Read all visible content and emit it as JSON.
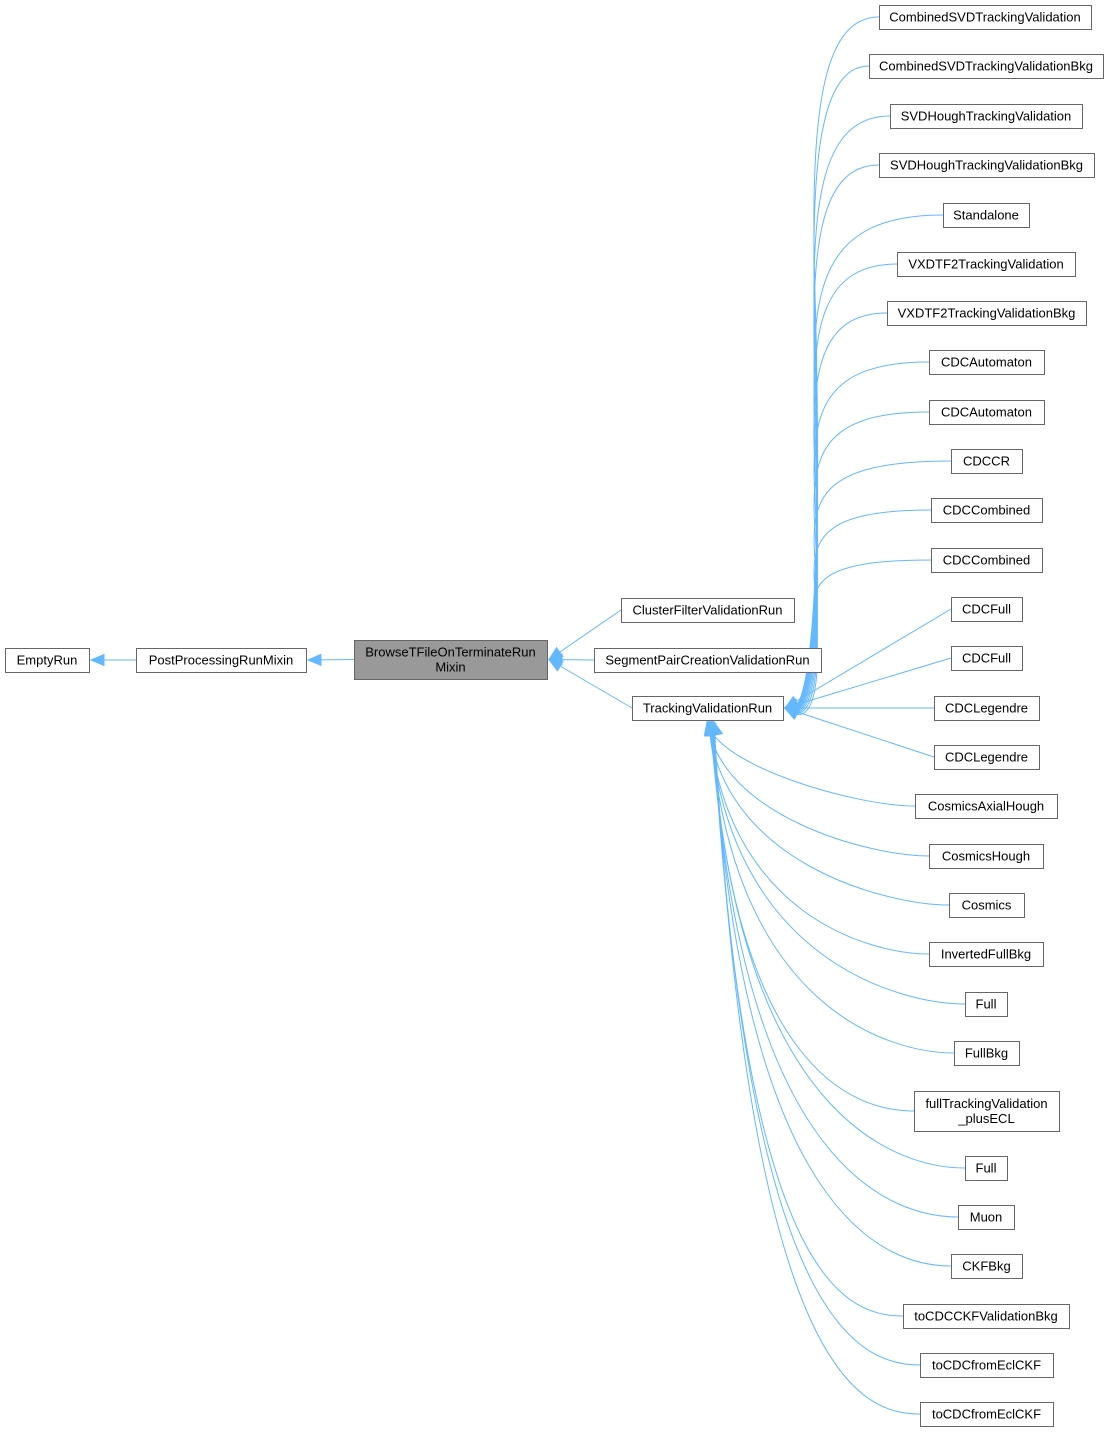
{
  "nodes": [
    {
      "id": "EmptyRun",
      "lines": [
        "EmptyRun"
      ]
    },
    {
      "id": "PostProcessingRunMixin",
      "lines": [
        "PostProcessingRunMixin"
      ]
    },
    {
      "id": "BrowseTFileOnTerminateRunMixin",
      "lines": [
        "BrowseTFileOnTerminateRun",
        "Mixin"
      ]
    },
    {
      "id": "ClusterFilterValidationRun",
      "lines": [
        "ClusterFilterValidationRun"
      ]
    },
    {
      "id": "SegmentPairCreationValidationRun",
      "lines": [
        "SegmentPairCreationValidationRun"
      ]
    },
    {
      "id": "TrackingValidationRun",
      "lines": [
        "TrackingValidationRun"
      ]
    },
    {
      "id": "c1",
      "lines": [
        "CombinedSVDTrackingValidation"
      ]
    },
    {
      "id": "c2",
      "lines": [
        "CombinedSVDTrackingValidationBkg"
      ]
    },
    {
      "id": "c3",
      "lines": [
        "SVDHoughTrackingValidation"
      ]
    },
    {
      "id": "c4",
      "lines": [
        "SVDHoughTrackingValidationBkg"
      ]
    },
    {
      "id": "c5",
      "lines": [
        "Standalone"
      ]
    },
    {
      "id": "c6",
      "lines": [
        "VXDTF2TrackingValidation"
      ]
    },
    {
      "id": "c7",
      "lines": [
        "VXDTF2TrackingValidationBkg"
      ]
    },
    {
      "id": "c8",
      "lines": [
        "CDCAutomaton"
      ]
    },
    {
      "id": "c9",
      "lines": [
        "CDCAutomaton"
      ]
    },
    {
      "id": "c10",
      "lines": [
        "CDCCR"
      ]
    },
    {
      "id": "c11",
      "lines": [
        "CDCCombined"
      ]
    },
    {
      "id": "c12",
      "lines": [
        "CDCCombined"
      ]
    },
    {
      "id": "c13",
      "lines": [
        "CDCFull"
      ]
    },
    {
      "id": "c14",
      "lines": [
        "CDCFull"
      ]
    },
    {
      "id": "c15",
      "lines": [
        "CDCLegendre"
      ]
    },
    {
      "id": "c16",
      "lines": [
        "CDCLegendre"
      ]
    },
    {
      "id": "c17",
      "lines": [
        "CosmicsAxialHough"
      ]
    },
    {
      "id": "c18",
      "lines": [
        "CosmicsHough"
      ]
    },
    {
      "id": "c19",
      "lines": [
        "Cosmics"
      ]
    },
    {
      "id": "c20",
      "lines": [
        "InvertedFullBkg"
      ]
    },
    {
      "id": "c21",
      "lines": [
        "Full"
      ]
    },
    {
      "id": "c22",
      "lines": [
        "FullBkg"
      ]
    },
    {
      "id": "c23",
      "lines": [
        "fullTrackingValidation",
        "_plusECL"
      ]
    },
    {
      "id": "c24",
      "lines": [
        "Full"
      ]
    },
    {
      "id": "c25",
      "lines": [
        "Muon"
      ]
    },
    {
      "id": "c26",
      "lines": [
        "CKFBkg"
      ]
    },
    {
      "id": "c27",
      "lines": [
        "toCDCCKFValidationBkg"
      ]
    },
    {
      "id": "c28",
      "lines": [
        "toCDCfromEclCKF"
      ]
    },
    {
      "id": "c29",
      "lines": [
        "toCDCfromEclCKF"
      ]
    }
  ],
  "edges": [
    [
      "PostProcessingRunMixin",
      "EmptyRun"
    ],
    [
      "BrowseTFileOnTerminateRunMixin",
      "PostProcessingRunMixin"
    ],
    [
      "ClusterFilterValidationRun",
      "BrowseTFileOnTerminateRunMixin"
    ],
    [
      "SegmentPairCreationValidationRun",
      "BrowseTFileOnTerminateRunMixin"
    ],
    [
      "TrackingValidationRun",
      "BrowseTFileOnTerminateRunMixin"
    ],
    [
      "c1",
      "TrackingValidationRun"
    ],
    [
      "c2",
      "TrackingValidationRun"
    ],
    [
      "c3",
      "TrackingValidationRun"
    ],
    [
      "c4",
      "TrackingValidationRun"
    ],
    [
      "c5",
      "TrackingValidationRun"
    ],
    [
      "c6",
      "TrackingValidationRun"
    ],
    [
      "c7",
      "TrackingValidationRun"
    ],
    [
      "c8",
      "TrackingValidationRun"
    ],
    [
      "c9",
      "TrackingValidationRun"
    ],
    [
      "c10",
      "TrackingValidationRun"
    ],
    [
      "c11",
      "TrackingValidationRun"
    ],
    [
      "c12",
      "TrackingValidationRun"
    ],
    [
      "c13",
      "TrackingValidationRun"
    ],
    [
      "c14",
      "TrackingValidationRun"
    ],
    [
      "c15",
      "TrackingValidationRun"
    ],
    [
      "c16",
      "TrackingValidationRun"
    ],
    [
      "c17",
      "TrackingValidationRun"
    ],
    [
      "c18",
      "TrackingValidationRun"
    ],
    [
      "c19",
      "TrackingValidationRun"
    ],
    [
      "c20",
      "TrackingValidationRun"
    ],
    [
      "c21",
      "TrackingValidationRun"
    ],
    [
      "c22",
      "TrackingValidationRun"
    ],
    [
      "c23",
      "TrackingValidationRun"
    ],
    [
      "c24",
      "TrackingValidationRun"
    ],
    [
      "c25",
      "TrackingValidationRun"
    ],
    [
      "c26",
      "TrackingValidationRun"
    ],
    [
      "c27",
      "TrackingValidationRun"
    ],
    [
      "c28",
      "TrackingValidationRun"
    ],
    [
      "c29",
      "TrackingValidationRun"
    ]
  ],
  "highlight": "BrowseTFileOnTerminateRunMixin",
  "colors": {
    "edge": "#63b8ff",
    "border": "#666666",
    "highlight_fill": "#999999"
  }
}
